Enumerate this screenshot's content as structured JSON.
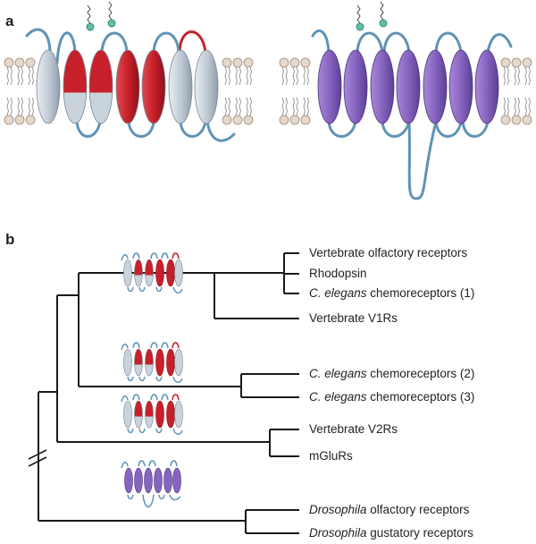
{
  "panels": {
    "a_label": "a",
    "b_label": "b"
  },
  "colors": {
    "red": "#c8202a",
    "grey": "#c9d3dc",
    "purple": "#8664c0",
    "loop": "#5f93b6",
    "tree": "#1a1a1a"
  },
  "panel_a": {
    "left_receptor": {
      "helix_count": 7,
      "helix_fill": [
        "grey",
        "half-red",
        "half-red",
        "red",
        "red",
        "grey",
        "grey"
      ],
      "highlighted_loop": 5
    },
    "right_receptor": {
      "helix_count": 7,
      "helix_fill": [
        "purple",
        "purple",
        "purple",
        "purple",
        "purple",
        "purple",
        "purple"
      ],
      "long_loop": 3
    }
  },
  "tree": {
    "leaves": [
      {
        "italic_part": "",
        "text": "Vertebrate olfactory receptors",
        "suffix": ""
      },
      {
        "italic_part": "",
        "text": "Rhodopsin",
        "suffix": ""
      },
      {
        "italic_part": "C. elegans",
        "text": " chemoreceptors (1)",
        "suffix": ""
      },
      {
        "italic_part": "",
        "text": "Vertebrate V1Rs",
        "suffix": ""
      },
      {
        "italic_part": "C. elegans",
        "text": " chemoreceptors (2)",
        "suffix": ""
      },
      {
        "italic_part": "C. elegans",
        "text": " chemoreceptors (3)",
        "suffix": ""
      },
      {
        "italic_part": "",
        "text": "Vertebrate V2Rs",
        "suffix": ""
      },
      {
        "italic_part": "",
        "text": "mGluRs",
        "suffix": ""
      },
      {
        "italic_part": "Drosophila",
        "text": " olfactory receptors",
        "suffix": ""
      },
      {
        "italic_part": "Drosophila",
        "text": " gustatory receptors",
        "suffix": ""
      }
    ]
  }
}
